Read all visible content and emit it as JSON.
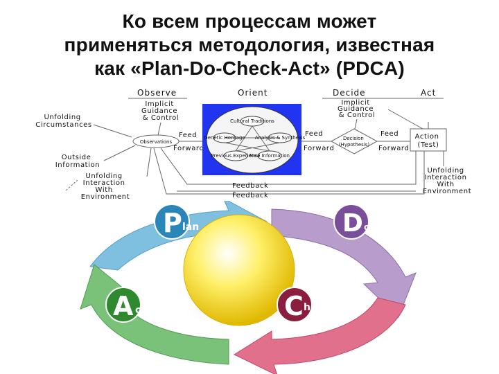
{
  "title": {
    "line1": "Ко всем процессам может",
    "line2": "применяться методология, известная",
    "line3": "как «Plan-Do-Check-Act» (PDCA)"
  },
  "ooda": {
    "headers": {
      "observe": "Observe",
      "orient": "Orient",
      "decide": "Decide",
      "act": "Act"
    },
    "implicit_1": [
      "Implicit",
      "Guidance",
      "& Control"
    ],
    "implicit_2": [
      "Implicit",
      "Guidance",
      "& Control"
    ],
    "unfolding_circumstances": [
      "Unfolding",
      "Circumstances"
    ],
    "outside_information": [
      "Outside",
      "Information"
    ],
    "unfolding_interaction_left": [
      "Unfolding",
      "Interaction",
      "With",
      "Environment"
    ],
    "unfolding_interaction_right": [
      "Unfolding",
      "Interaction",
      "With",
      "Environment"
    ],
    "observations": "Observations",
    "feed_1": "Feed",
    "forward_1": "Forward",
    "feed_2": "Feed",
    "forward_2": "Forward",
    "feed_3": "Feed",
    "forward_3": "Forward",
    "decision": [
      "Decision",
      "(Hypothesis)"
    ],
    "action": [
      "Action",
      "(Test)"
    ],
    "feedback_1": "Feedback",
    "feedback_2": "Feedback",
    "orient_nodes": [
      "Cultural Traditions",
      "Genetic Heritage",
      "Analysis & Synthesis",
      "Previous Experience",
      "New Information"
    ]
  },
  "pdca": {
    "plan": {
      "letter": "P",
      "rest": "lan",
      "color": "#2a86b8"
    },
    "do": {
      "letter": "D",
      "rest": "o",
      "color": "#7a4f9a"
    },
    "check": {
      "letter": "C",
      "rest": "heck",
      "color": "#8b1e3f"
    },
    "act": {
      "letter": "A",
      "rest": "ct",
      "color": "#2f8a2f"
    },
    "colors": {
      "arrow_blue": "#7fbfe0",
      "arrow_purple": "#b89ccc",
      "arrow_red": "#e0708c",
      "arrow_green": "#7ac27a",
      "sphere": "#f2d400"
    }
  }
}
